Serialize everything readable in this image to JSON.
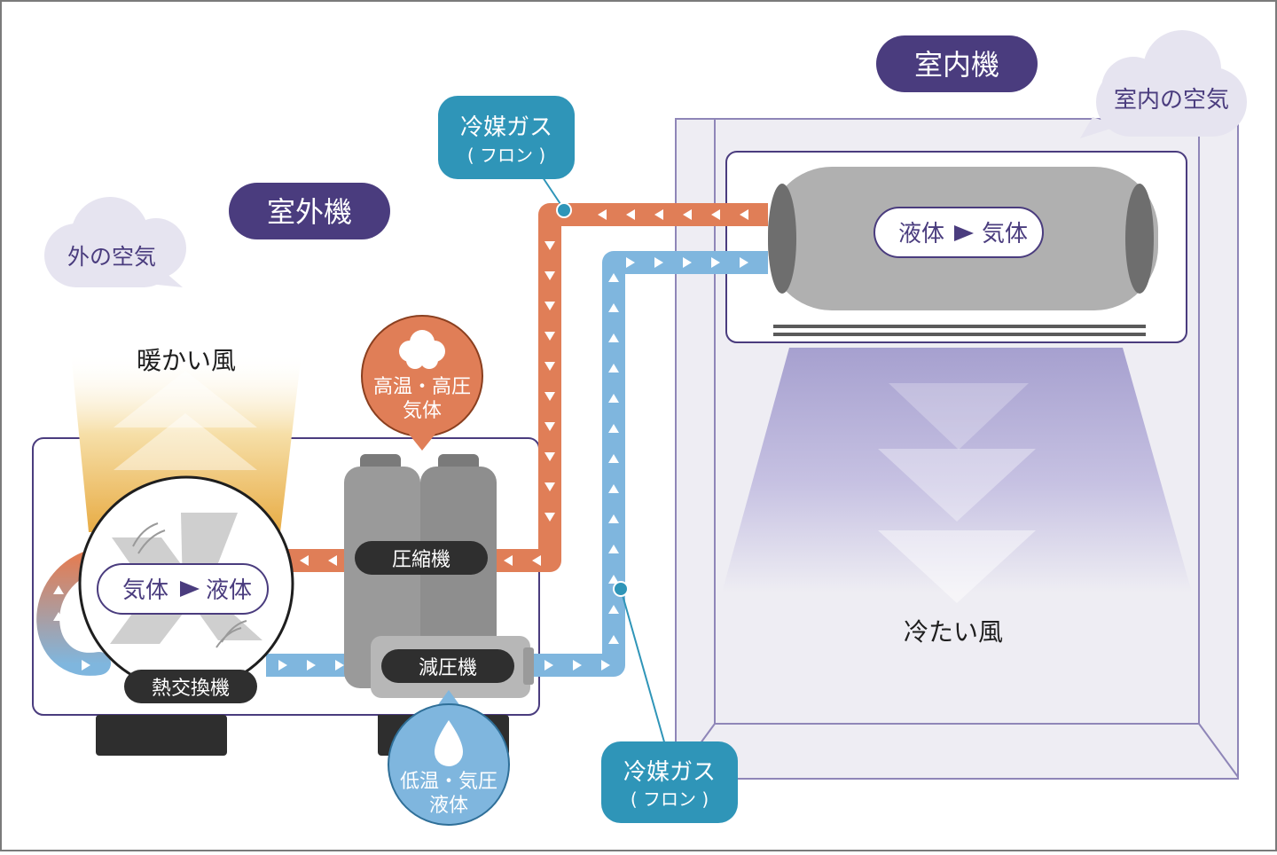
{
  "labels": {
    "indoor_unit": "室内機",
    "outdoor_unit": "室外機",
    "indoor_air": "室内の空気",
    "outdoor_air": "外の空気",
    "refrigerant_gas_top_line1": "冷媒ガス",
    "refrigerant_gas_top_line2": "( フロン )",
    "refrigerant_gas_bottom_line1": "冷媒ガス",
    "refrigerant_gas_bottom_line2": "( フロン )",
    "indoor_phase_from": "液体",
    "indoor_phase_to": "気体",
    "outdoor_phase_from": "気体",
    "outdoor_phase_to": "液体",
    "warm_wind": "暖かい風",
    "cold_wind": "冷たい風",
    "high_temp_line1": "高温・高圧",
    "high_temp_line2": "気体",
    "low_temp_line1": "低温・気圧",
    "low_temp_line2": "液体",
    "compressor": "圧縮機",
    "expansion_valve": "減圧機",
    "heat_exchanger": "熱交換機"
  },
  "colors": {
    "purple_label": "#4a3c7e",
    "hot_pipe": "#e07e57",
    "cold_pipe": "#7fb6de",
    "teal_bubble": "#2f95b8",
    "dark_label": "#2f2f2f",
    "room_bg": "#eeedf3",
    "cold_air": "#a9a3d1",
    "warm_air": "#e9b34f",
    "bubble_cloud": "#e6e4f0"
  }
}
